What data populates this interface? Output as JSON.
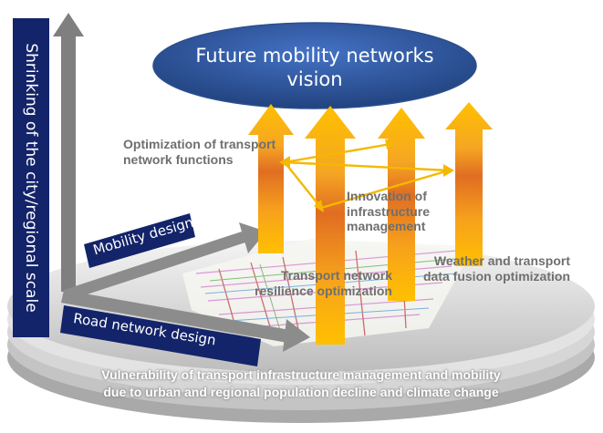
{
  "vision": {
    "text": "Future mobility networks\nvision"
  },
  "axes": {
    "vertical_label": "Shrinking of the city/regional scale",
    "diagonal_label": "Mobility design",
    "horizontal_label": "Road network design"
  },
  "labels": {
    "optimization": "Optimization of transport\nnetwork functions",
    "innovation": "Innovation of\ninfrastructure\nmanagement",
    "weather": "Weather and transport\ndata fusion optimization",
    "resilience": "Transport network\nresilience optimization"
  },
  "footer": {
    "line1": "Vulnerability of transport infrastructure management and mobility",
    "line2": "due to urban and regional population decline and climate change"
  },
  "colors": {
    "navy": "#14246a",
    "ellipse": "#2f5597",
    "arrow_gold": "#ffc000",
    "arrow_orange": "#d9601f",
    "gray_arrow": "#7f7f7f",
    "label_gray": "#6f6f6f"
  }
}
